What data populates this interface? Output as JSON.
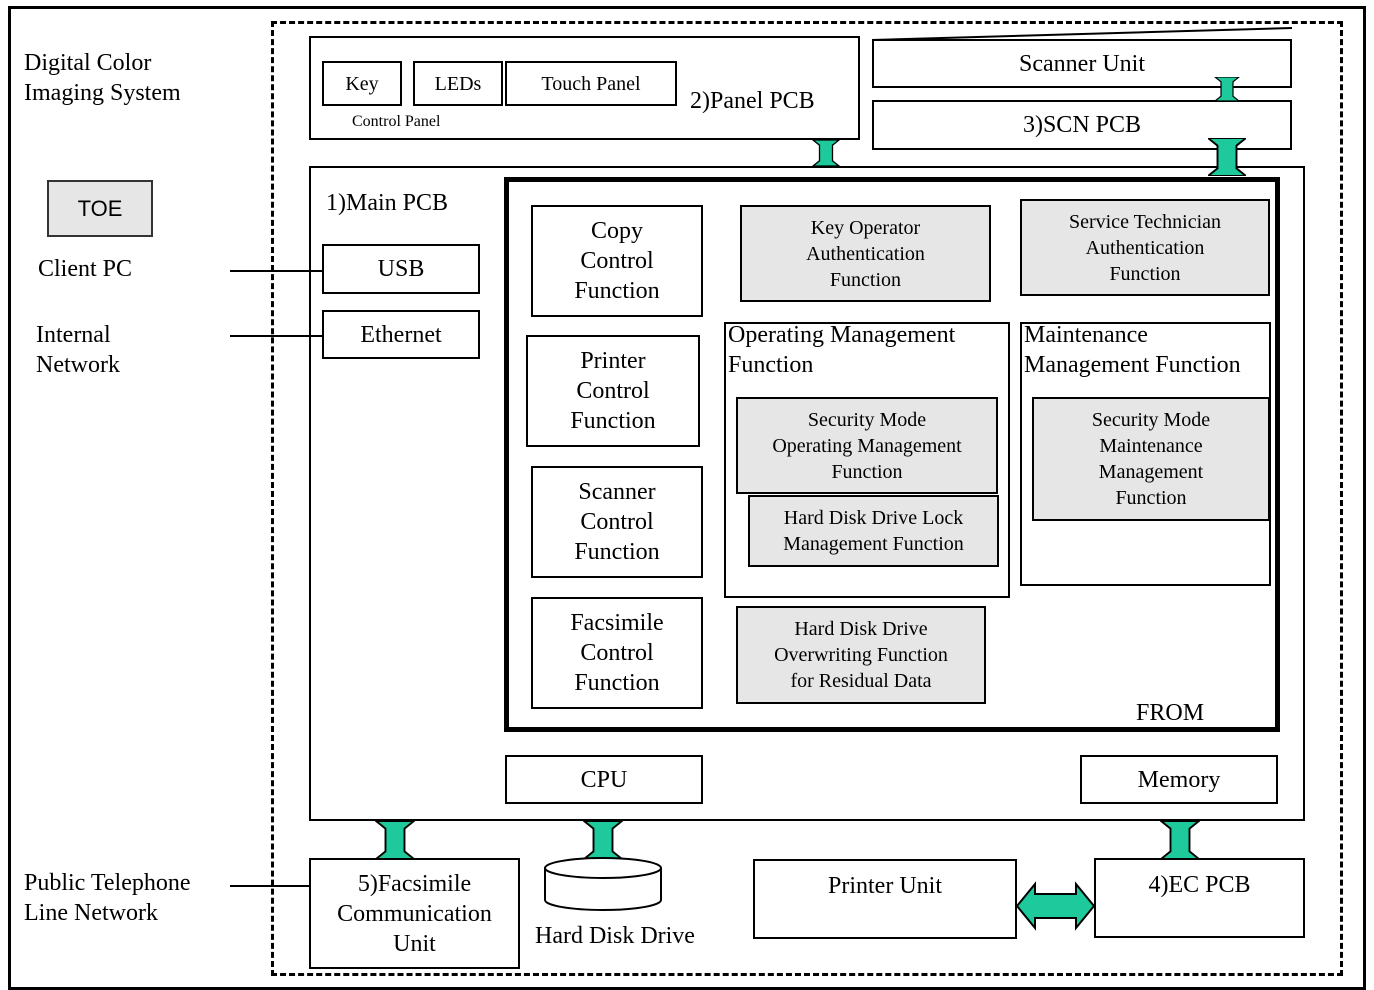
{
  "system_label": "Digital Color\nImaging System",
  "toe_label": "TOE",
  "external": {
    "client_pc": "Client PC",
    "internal_network": "Internal\nNetwork",
    "public_telephone": "Public Telephone\nLine Network"
  },
  "panel_pcb": {
    "title": "2)Panel PCB",
    "control_panel_label": "Control Panel",
    "key": "Key",
    "leds": "LEDs",
    "touch_panel": "Touch Panel"
  },
  "scanner_unit": "Scanner Unit",
  "scn_pcb": "3)SCN PCB",
  "main_pcb": {
    "title": "1)Main PCB",
    "usb": "USB",
    "ethernet": "Ethernet",
    "cpu": "CPU",
    "memory": "Memory"
  },
  "from": {
    "label": "FROM",
    "copy": "Copy\nControl\nFunction",
    "printer": "Printer\nControl\nFunction",
    "scanner": "Scanner\nControl\nFunction",
    "facsimile": "Facsimile\nControl\nFunction",
    "key_operator_auth": "Key Operator\nAuthentication\nFunction",
    "service_tech_auth": "Service Technician\nAuthentication\nFunction",
    "operating_mgmt": "Operating Management\nFunction",
    "security_mode_operating": "Security Mode\nOperating Management\nFunction",
    "hdd_lock": "Hard Disk Drive Lock\nManagement Function",
    "maintenance_mgmt": "Maintenance\nManagement Function",
    "security_mode_maintenance": "Security Mode\nMaintenance\nManagement\nFunction",
    "hdd_overwrite": "Hard Disk Drive\nOverwriting  Function\nfor  Residual Data"
  },
  "facsimile_comm_unit": "5)Facsimile\nCommunication\nUnit",
  "hard_disk_drive": "Hard Disk Drive",
  "printer_unit": "Printer Unit",
  "ec_pcb": "4)EC PCB",
  "colors": {
    "arrow_fill": "#1ec99b",
    "grey_box": "#e6e6e6",
    "line": "#000000"
  }
}
